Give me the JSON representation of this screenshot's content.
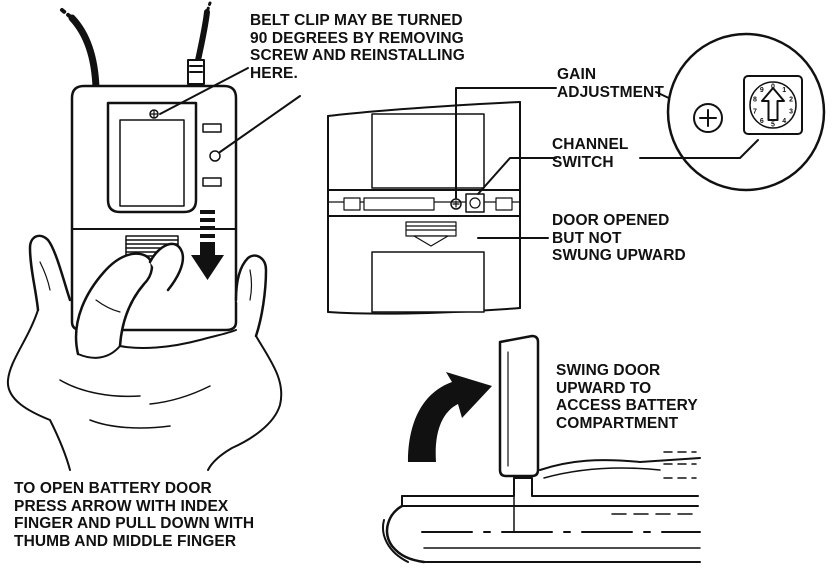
{
  "labels": {
    "belt_clip": [
      "BELT CLIP MAY BE TURNED",
      "90 DEGREES BY REMOVING",
      "SCREW AND REINSTALLING",
      "HERE."
    ],
    "gain": [
      "GAIN",
      "ADJUSTMENT"
    ],
    "channel": [
      "CHANNEL",
      "SWITCH"
    ],
    "door_opened": [
      "DOOR OPENED",
      "BUT NOT",
      "SWUNG UPWARD"
    ],
    "swing_door": [
      "SWING DOOR",
      "UPWARD TO",
      "ACCESS BATTERY",
      "COMPARTMENT"
    ],
    "open_door": [
      "TO OPEN BATTERY DOOR",
      "PRESS ARROW WITH INDEX",
      "FINGER AND PULL DOWN WITH",
      "THUMB AND MIDDLE FINGER"
    ]
  },
  "dial_digits": [
    "0",
    "1",
    "2",
    "3",
    "4",
    "5",
    "6",
    "7",
    "8",
    "9"
  ],
  "colors": {
    "ink": "#111111",
    "paper": "#ffffff",
    "fill_dark": "#1a1a1a"
  },
  "icons": [
    "gain-screw-icon",
    "channel-dial-icon",
    "rotate-arrow-icon",
    "press-arrow-icon"
  ]
}
